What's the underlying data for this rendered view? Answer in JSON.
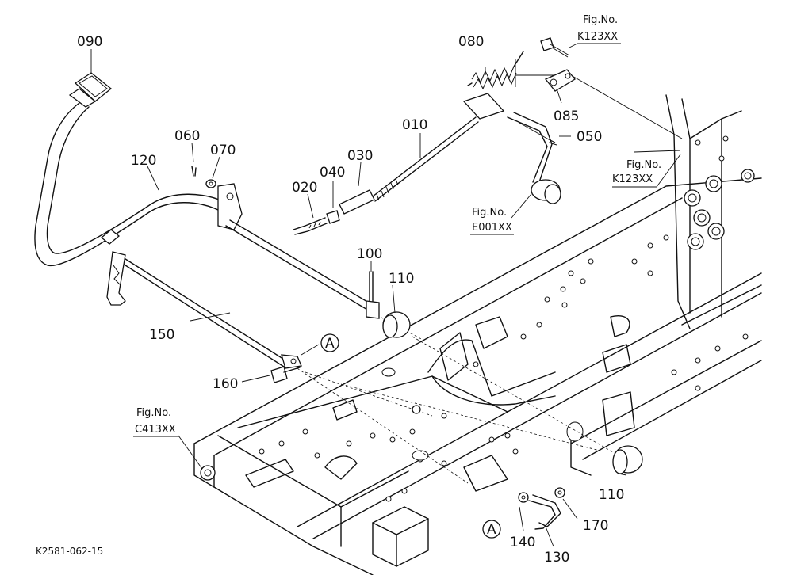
{
  "parts": {
    "p010": "010",
    "p020": "020",
    "p030": "030",
    "p040": "040",
    "p050": "050",
    "p060": "060",
    "p070": "070",
    "p080": "080",
    "p085": "085",
    "p090": "090",
    "p100": "100",
    "p110a": "110",
    "p110b": "110",
    "p120": "120",
    "p130": "130",
    "p140": "140",
    "p150": "150",
    "p160": "160",
    "p170": "170"
  },
  "figure_refs": {
    "fig_label": "Fig.No.",
    "k123_top": "K123XX",
    "k123_right": "K123XX",
    "e001": "E001XX",
    "c413": "C413XX"
  },
  "markers": {
    "a1": "A",
    "a2": "A"
  },
  "drawing_code": "K2581-062-15"
}
